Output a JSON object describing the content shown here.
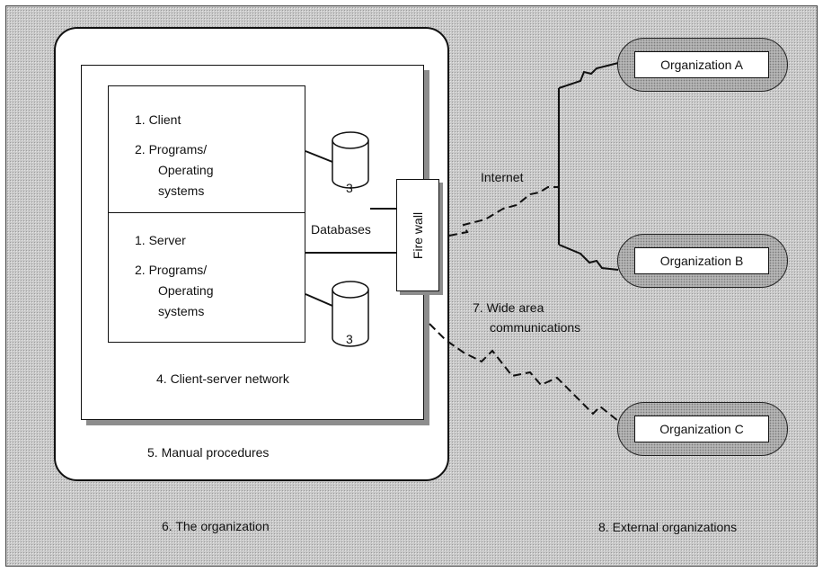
{
  "client": {
    "item1": "1.  Client",
    "item2a": "2.  Programs/",
    "item2b": "Operating",
    "item2c": "systems"
  },
  "server": {
    "item1": "1.  Server",
    "item2a": "2.  Programs/",
    "item2b": "Operating",
    "item2c": "systems"
  },
  "databases": {
    "label": "Databases",
    "db_top": "3",
    "db_bottom": "3"
  },
  "firewall": "Fire wall",
  "network_label": "4.  Client-server network",
  "manual_procedures": "5.  Manual procedures",
  "organization_label": "6.  The organization",
  "wan": {
    "line1": "7.  Wide area",
    "line2": "communications"
  },
  "internet": "Internet",
  "external_label": "8.  External organizations",
  "orgs": {
    "a": "Organization A",
    "b": "Organization B",
    "c": "Organization C"
  }
}
